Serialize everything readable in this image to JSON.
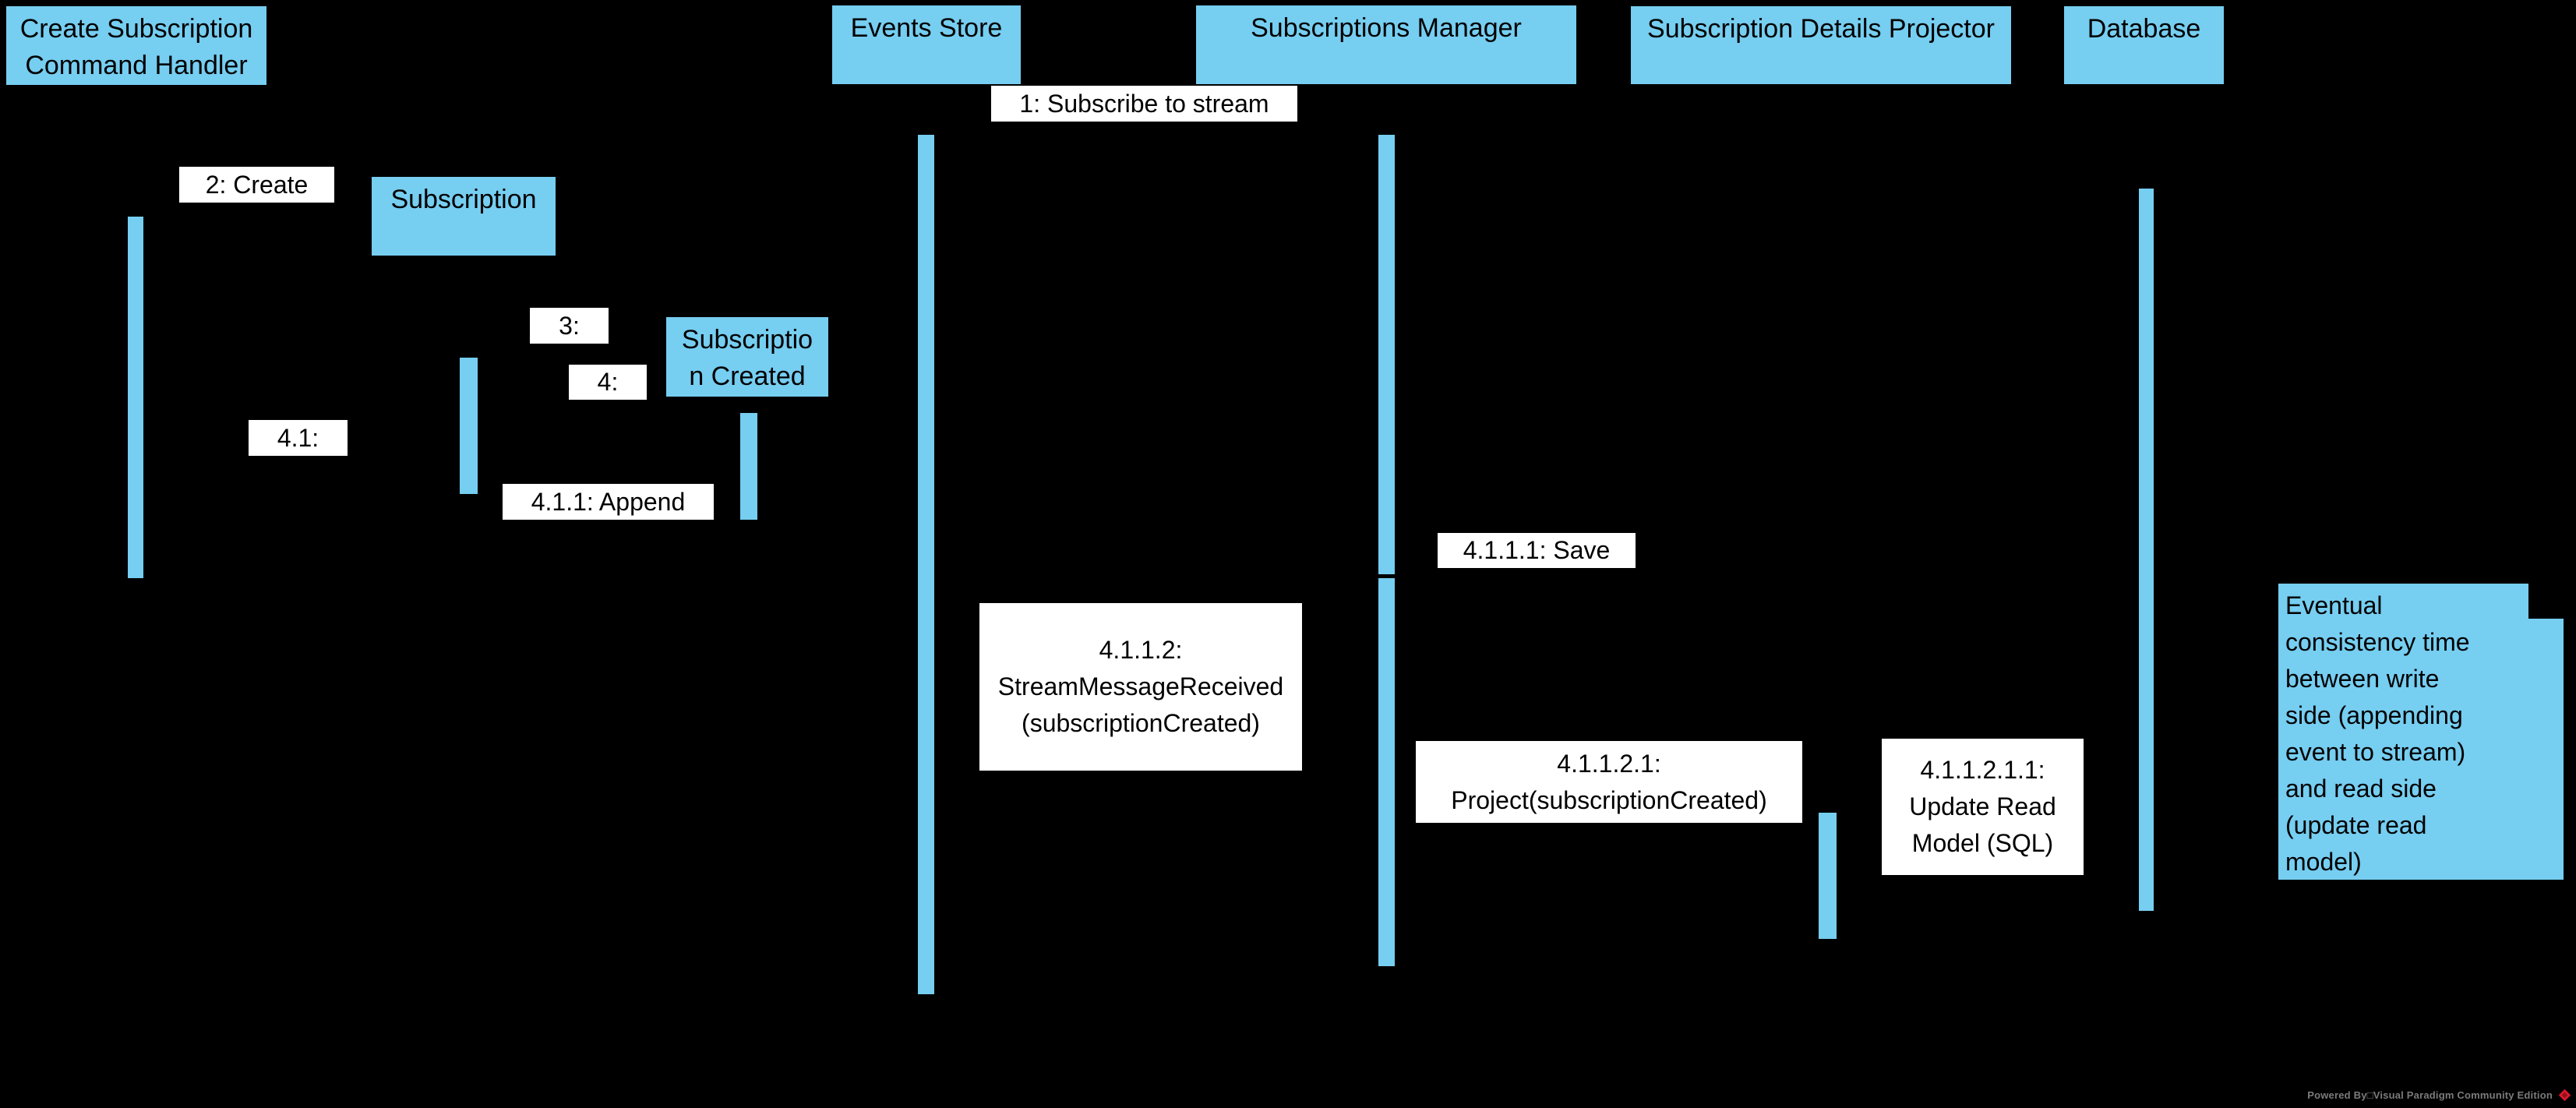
{
  "colors": {
    "background": "#000000",
    "shape_fill": "#76CEF1",
    "label_fill": "#FFFFFF",
    "shape_text": "#000000",
    "footer_text": "#7B7B7B",
    "logo_red": "#E0182D"
  },
  "actors": [
    {
      "id": "create-subscription-command-handler",
      "lines": [
        "Create Subscription",
        "Command Handler"
      ]
    },
    {
      "id": "events-store",
      "lines": [
        "Events Store"
      ]
    },
    {
      "id": "subscriptions-manager",
      "lines": [
        "Subscriptions Manager"
      ]
    },
    {
      "id": "subscription-details-projector",
      "lines": [
        "Subscription Details Projector"
      ]
    },
    {
      "id": "database",
      "lines": [
        "Database"
      ]
    }
  ],
  "objects": [
    {
      "id": "subscription",
      "lines": [
        "Subscription"
      ]
    },
    {
      "id": "subscription-created",
      "lines": [
        "Subscriptio",
        "n Created"
      ]
    }
  ],
  "messages": [
    {
      "id": "1",
      "lines": [
        "1: Subscribe to stream"
      ]
    },
    {
      "id": "2",
      "lines": [
        "2: Create"
      ]
    },
    {
      "id": "3",
      "lines": [
        "3:"
      ]
    },
    {
      "id": "4",
      "lines": [
        "4:"
      ]
    },
    {
      "id": "4.1",
      "lines": [
        "4.1:"
      ]
    },
    {
      "id": "4.1.1",
      "lines": [
        "4.1.1: Append"
      ]
    },
    {
      "id": "4.1.1.1",
      "lines": [
        "4.1.1.1: Save"
      ]
    },
    {
      "id": "4.1.1.2",
      "lines": [
        "4.1.1.2:",
        "StreamMessageReceived",
        "(subscriptionCreated)"
      ]
    },
    {
      "id": "4.1.1.2.1",
      "lines": [
        "4.1.1.2.1:",
        "Project(subscriptionCreated)"
      ]
    },
    {
      "id": "4.1.1.2.1.1",
      "lines": [
        "4.1.1.2.1.1:",
        "Update Read",
        "Model (SQL)"
      ]
    }
  ],
  "note": {
    "lines": [
      "Eventual",
      "consistency time",
      "between write",
      "side (appending",
      "event to stream)",
      "and read side",
      "(update read",
      "model)"
    ]
  },
  "footer": {
    "powered_by": "Powered By□Visual Paradigm Community Edition",
    "logo_icon": "visual-paradigm-logo"
  }
}
